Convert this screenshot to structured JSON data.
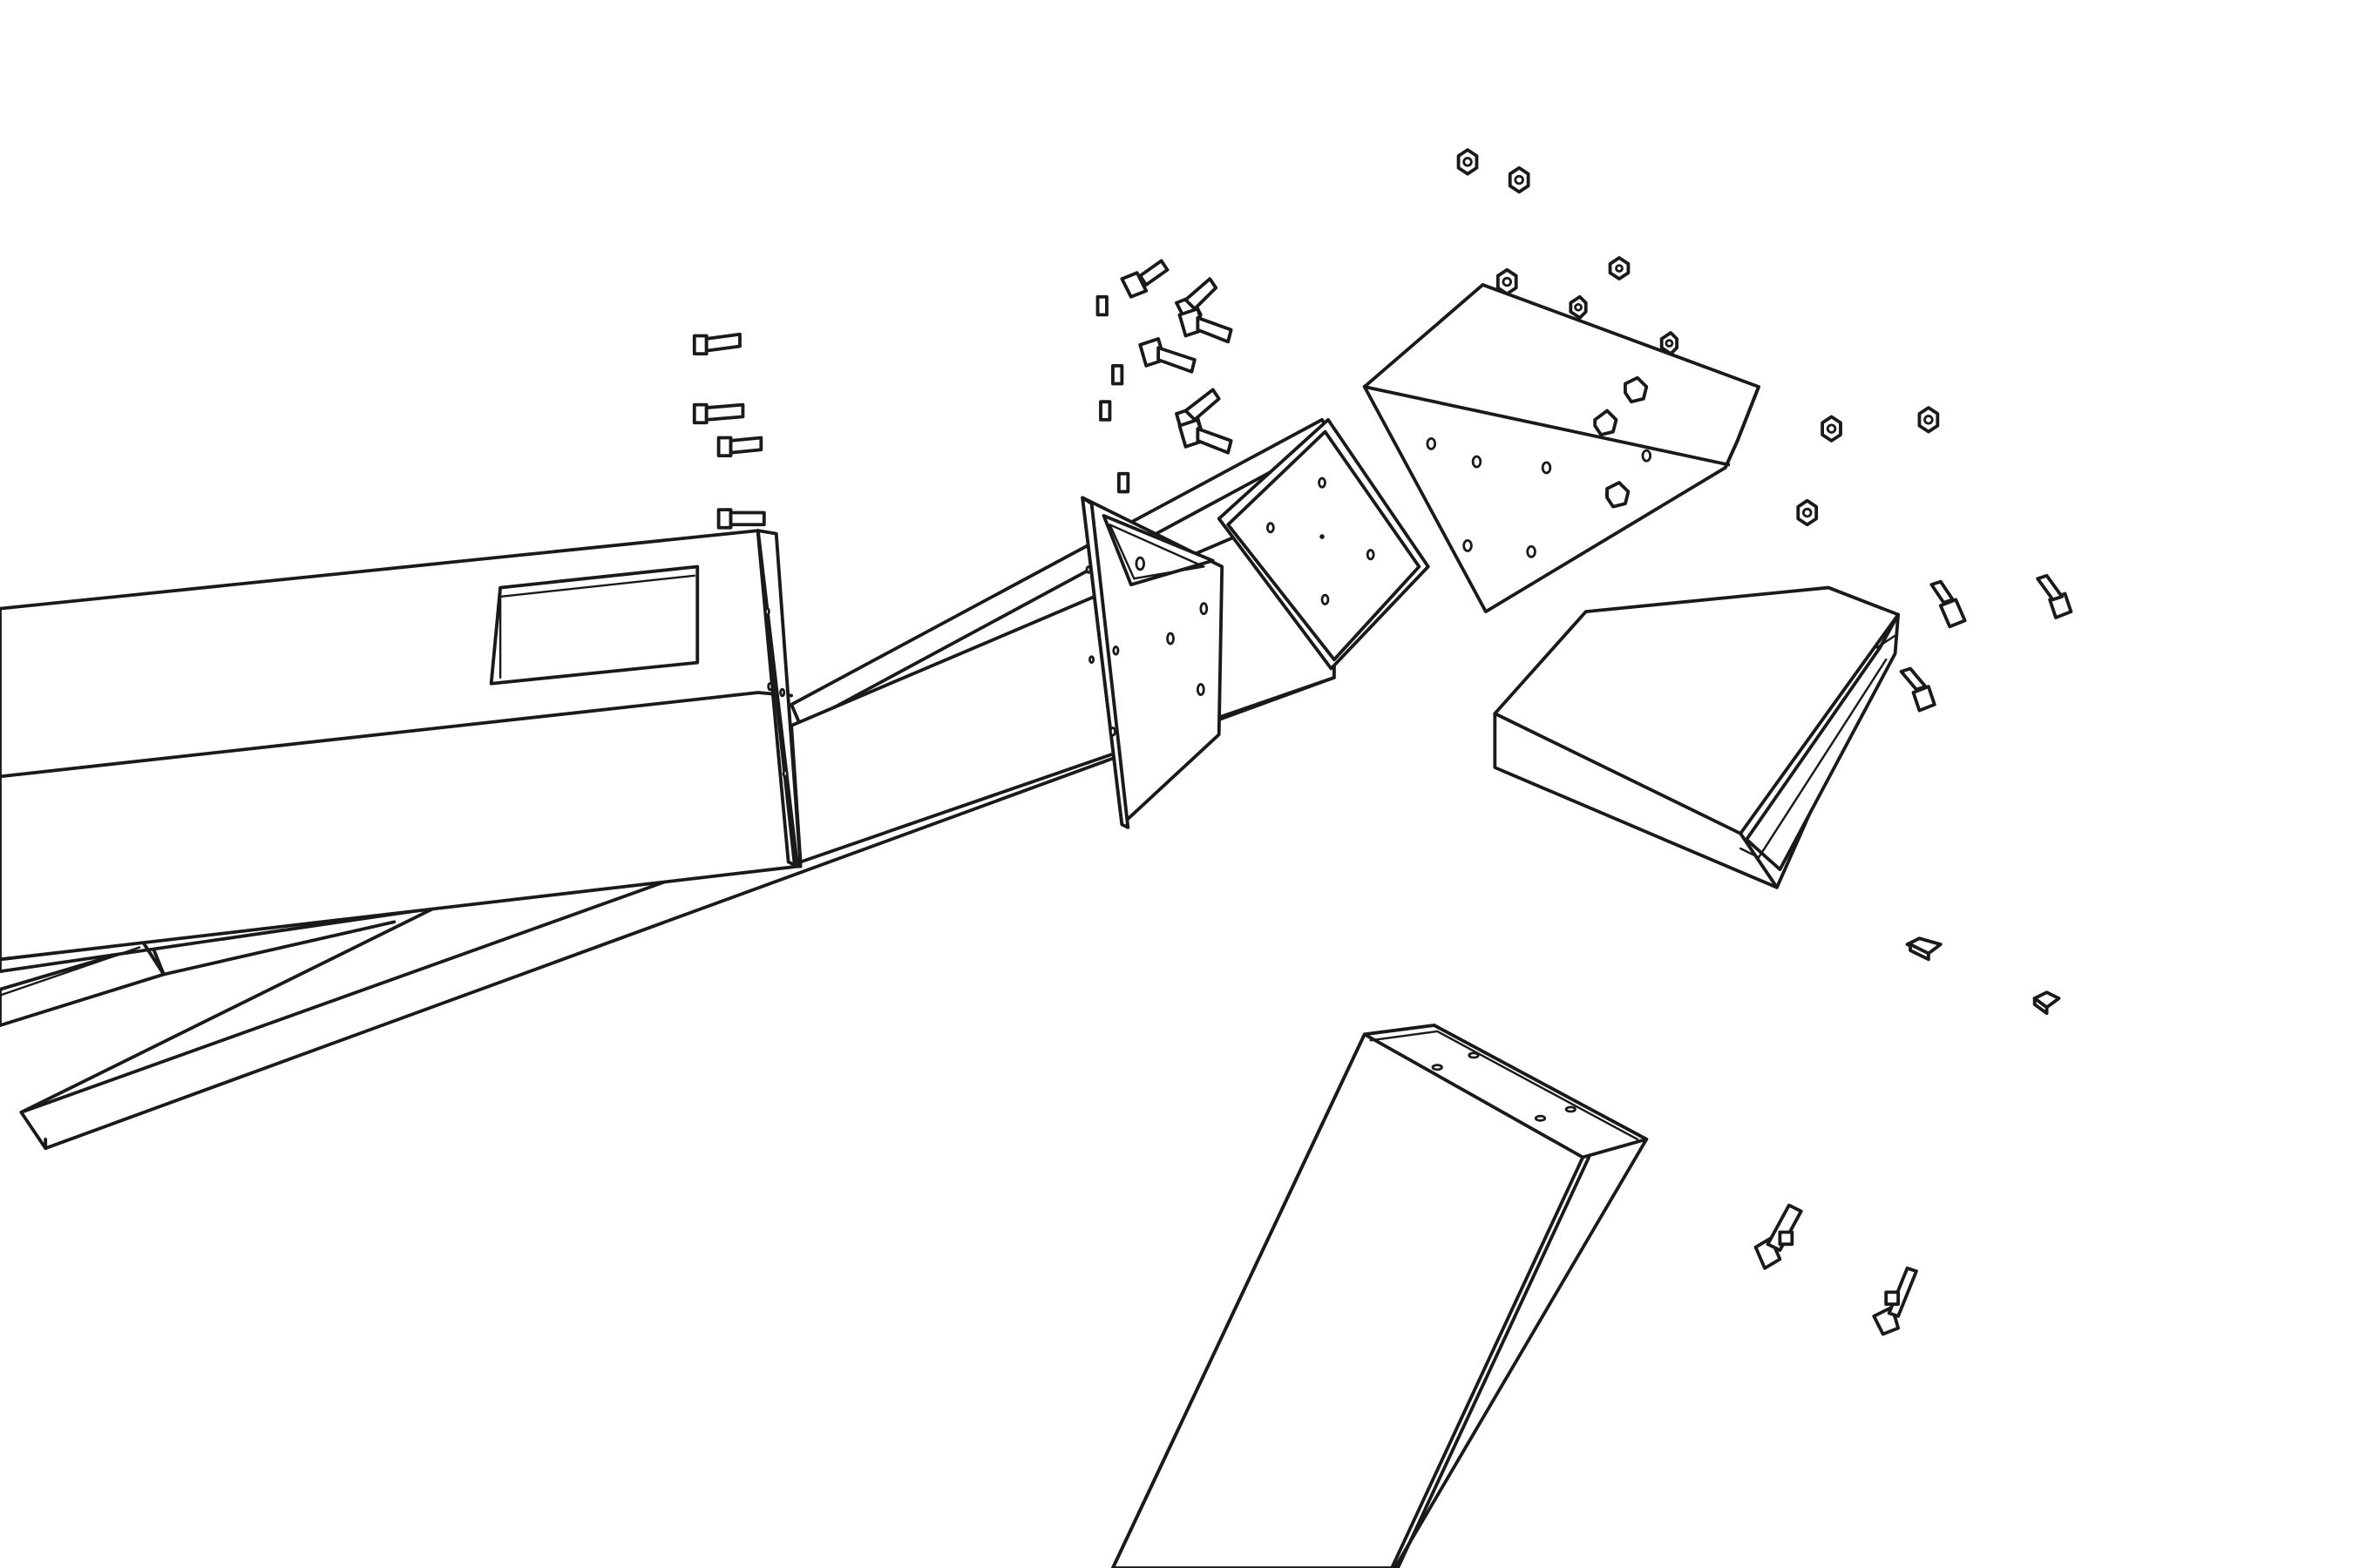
{
  "drawing": {
    "kind": "exploded isometric line drawing",
    "line_color": "#1a1a1a",
    "background": "#ffffff",
    "parts": [
      "main-beam",
      "diagonal-brace-lower",
      "diagonal-brace-back",
      "triangular-bracket-plate",
      "square-end-plate",
      "pentagonal-cap-bracket",
      "channel-sleeve-bracket",
      "vertical-post",
      "bolt-set",
      "nut-set"
    ]
  }
}
